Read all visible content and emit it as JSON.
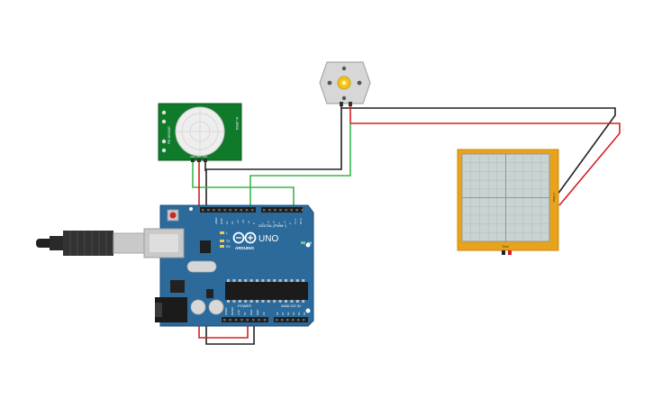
{
  "arduino": {
    "brand": "ARDUINO",
    "model": "UNO",
    "digital_header": "DIGITAL (PWM~)",
    "power_header": "POWER",
    "analog_header": "ANALOG IN",
    "tx_label": "TX",
    "rx_label": "RX",
    "l_label": "L",
    "on_label": "ON",
    "digital_pins": [
      "AREF",
      "GND",
      "13",
      "12",
      "~11",
      "~10",
      "~9",
      "8",
      "7",
      "~6",
      "~5",
      "4",
      "~3",
      "2",
      "TX 1",
      "RX 0"
    ],
    "power_pins": [
      "IOREF",
      "RESET",
      "3.3V",
      "5V",
      "GND",
      "GND",
      "Vin"
    ],
    "analog_pins": [
      "A0",
      "A1",
      "A2",
      "A3",
      "A4",
      "A5"
    ]
  },
  "pir": {
    "side_label": "PIR SENSOR",
    "right_label": "Hc-SR501",
    "pin_labels": [
      "GND",
      "OUT",
      "VCC"
    ]
  },
  "oscilloscope": {
    "bottom_label": "Time",
    "side_label": "U Max"
  },
  "colors": {
    "board_blue": "#2b6a9b",
    "wire_red": "#d42020",
    "wire_black": "#222222",
    "wire_green": "#3ab54a",
    "pir_green": "#0f7a2a",
    "scope_frame": "#e8a31c",
    "scope_screen": "#c9d3d2",
    "motor_shaft": "#f0c419"
  }
}
